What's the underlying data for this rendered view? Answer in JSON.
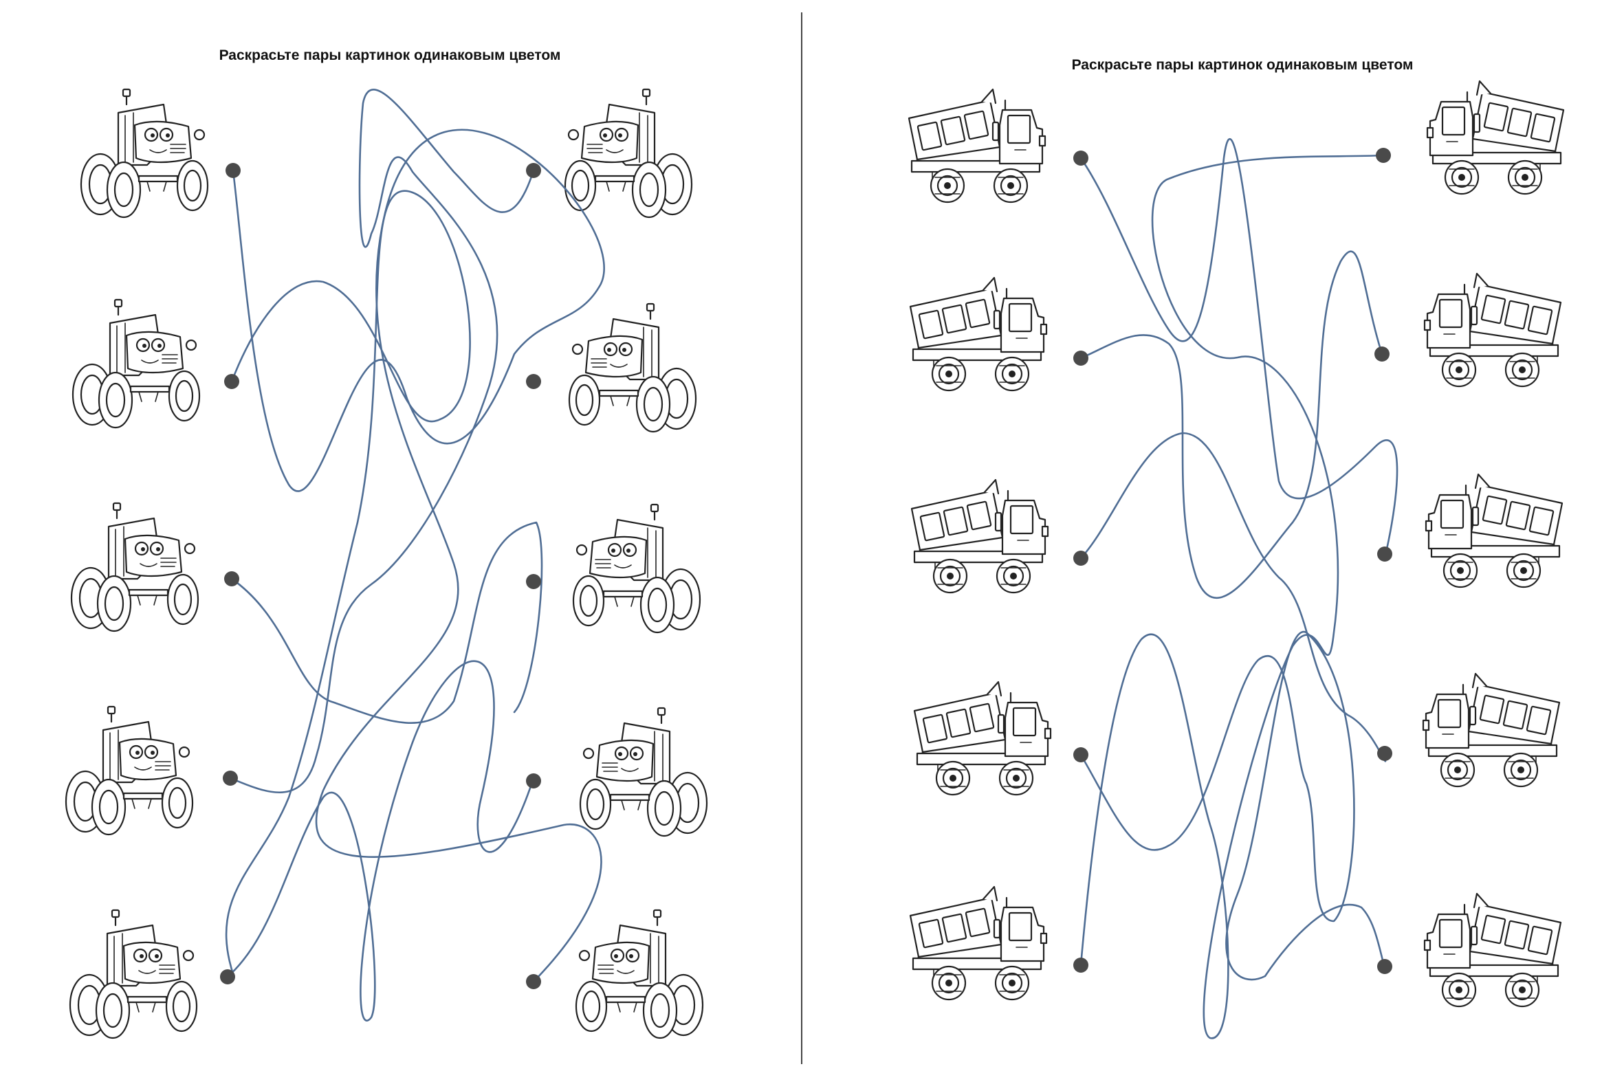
{
  "pages": [
    {
      "title": "Раскрасьте пары картинок одинаковым цветом",
      "picture": "tractor",
      "left_items": [
        "tractor-1",
        "tractor-2",
        "tractor-3",
        "tractor-4",
        "tractor-5"
      ],
      "right_items": [
        "tractor-1",
        "tractor-2",
        "tractor-3",
        "tractor-4",
        "tractor-5"
      ]
    },
    {
      "title": "Раскрасьте пары картинок одинаковым цветом",
      "picture": "dump-truck",
      "left_items": [
        "dump-truck-1",
        "dump-truck-2",
        "dump-truck-3",
        "dump-truck-4",
        "dump-truck-5"
      ],
      "right_items": [
        "dump-truck-1",
        "dump-truck-2",
        "dump-truck-3",
        "dump-truck-4",
        "dump-truck-5"
      ]
    }
  ],
  "colors": {
    "maze_line": "#4f6d94",
    "dot": "#4a4a4a",
    "divider": "#444444",
    "outline": "#222222"
  }
}
